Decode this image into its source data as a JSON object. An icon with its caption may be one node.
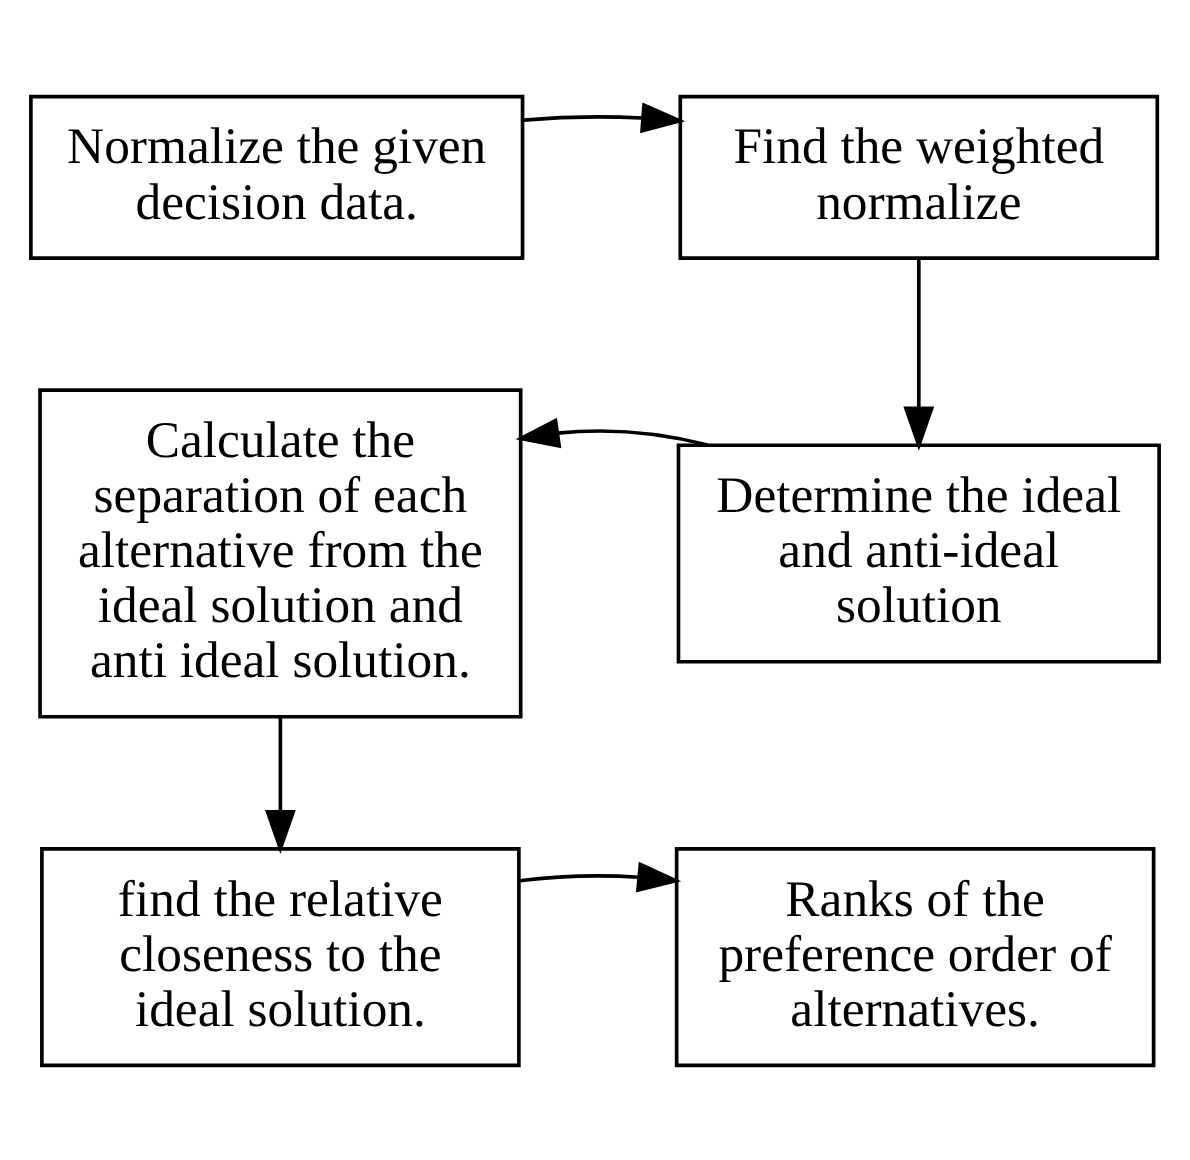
{
  "diagram": {
    "nodes": [
      {
        "text": [
          "Normalize the given decision data."
        ]
      },
      {
        "text": [
          "Find the weighted normalize"
        ]
      },
      {
        "text": [
          "Calculate the separation of each alternative from the ideal solution and anti ideal solution."
        ]
      },
      {
        "text": [
          "Determine the ideal and anti-ideal solution"
        ]
      },
      {
        "text": [
          "find the relative closeness to the ideal solution."
        ]
      },
      {
        "text": [
          "Ranks of the preference order of alternatives."
        ]
      }
    ],
    "edges": [
      {
        "from": 0,
        "to": 1,
        "arrow": "to"
      },
      {
        "from": 1,
        "to": 3,
        "arrow": "to"
      },
      {
        "from": 3,
        "to": 2,
        "arrow": "to"
      },
      {
        "from": 2,
        "to": 4,
        "arrow": "to"
      },
      {
        "from": 4,
        "to": 5,
        "arrow": "to"
      }
    ]
  }
}
